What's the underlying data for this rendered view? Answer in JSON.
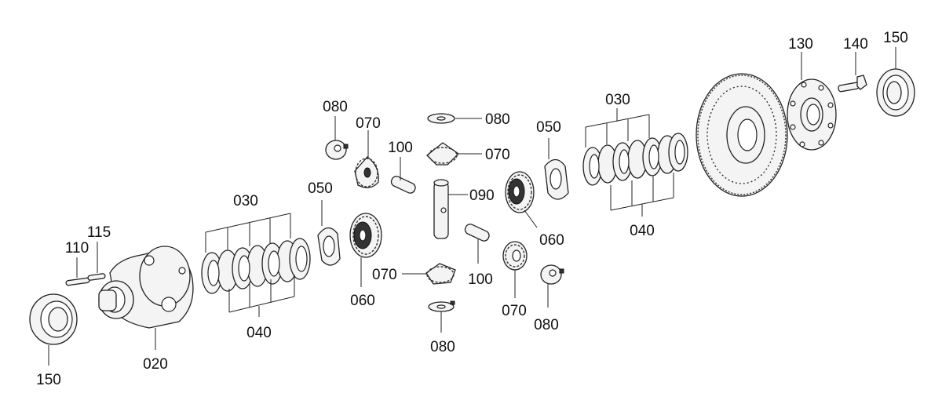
{
  "labels": {
    "p150_left": "150",
    "p110": "110",
    "p115": "115",
    "p020": "020",
    "p030_left": "030",
    "p040_left": "040",
    "p050_left": "050",
    "p080_top_left": "080",
    "p070_top_left": "070",
    "p060_left": "060",
    "p100_top": "100",
    "p080_top_mid": "080",
    "p070_top_mid": "070",
    "p090": "090",
    "p070_bottom_mid": "070",
    "p080_bottom_mid": "080",
    "p100_bottom": "100",
    "p070_right": "070",
    "p080_right": "080",
    "p050_right": "050",
    "p060_right": "060",
    "p030_right": "030",
    "p040_right": "040",
    "p130": "130",
    "p140": "140",
    "p150_right": "150"
  }
}
